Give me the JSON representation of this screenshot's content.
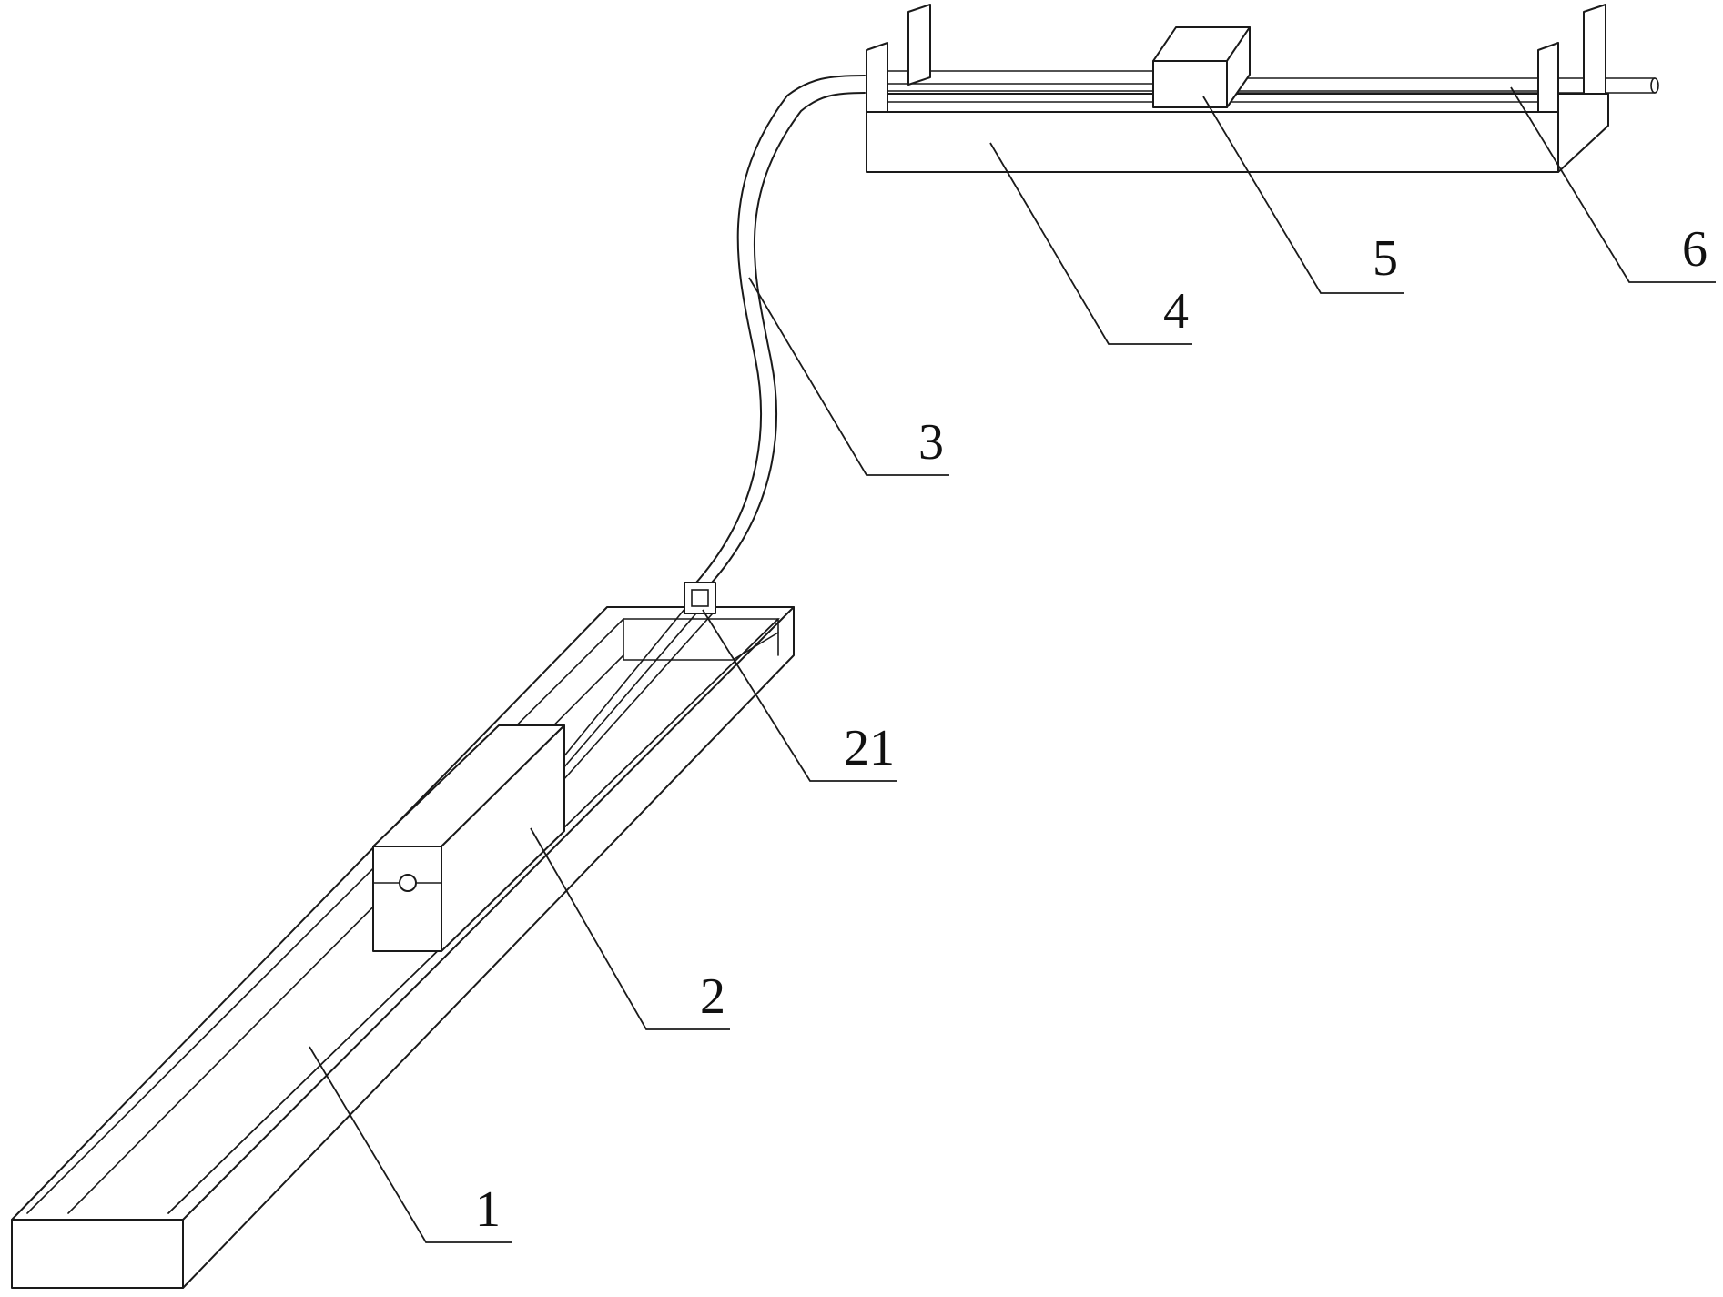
{
  "labels": {
    "l1": "1",
    "l2": "2",
    "l3": "3",
    "l4": "4",
    "l5": "5",
    "l6": "6",
    "l21": "21"
  },
  "colors": {
    "line": "#1a1a1a",
    "background": "#ffffff"
  }
}
